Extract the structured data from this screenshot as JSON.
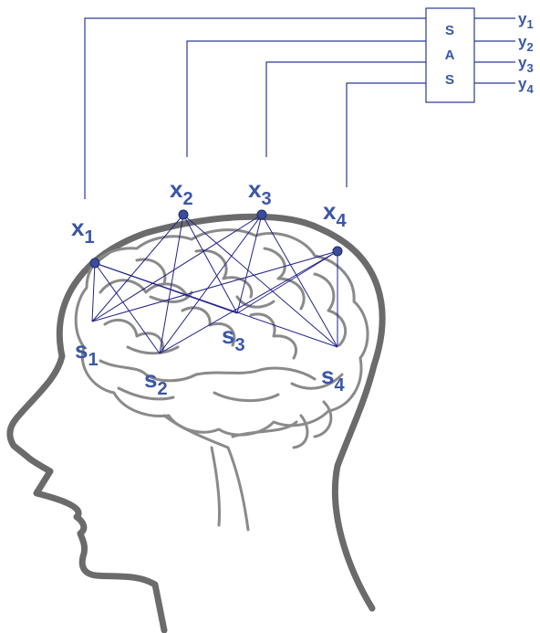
{
  "sas_box": {
    "letters": [
      "S",
      "A",
      "S"
    ]
  },
  "sources": [
    {
      "main": "s",
      "sub": "1"
    },
    {
      "main": "s",
      "sub": "2"
    },
    {
      "main": "s",
      "sub": "3"
    },
    {
      "main": "s",
      "sub": "4"
    }
  ],
  "sensors": [
    {
      "main": "x",
      "sub": "1"
    },
    {
      "main": "x",
      "sub": "2"
    },
    {
      "main": "x",
      "sub": "3"
    },
    {
      "main": "x",
      "sub": "4"
    }
  ],
  "outputs": [
    {
      "main": "y",
      "sub": "1"
    },
    {
      "main": "y",
      "sub": "2"
    },
    {
      "main": "y",
      "sub": "3"
    },
    {
      "main": "y",
      "sub": "4"
    }
  ],
  "colors": {
    "label": "#3a56a8",
    "wire": "#2a3a9a",
    "mixing_line": "#22228a",
    "head": "#6b6b6b",
    "brain": "#8a8a8a",
    "sensor_dot": "#3b4d9a"
  }
}
